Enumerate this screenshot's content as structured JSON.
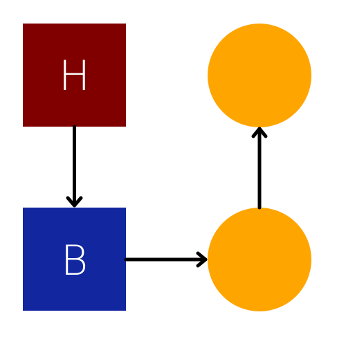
{
  "nodes": {
    "h_box": {
      "label": "H",
      "fill": "#800000"
    },
    "b_box": {
      "label": "B",
      "fill": "#1226a0"
    },
    "circle_top": {
      "label": "",
      "fill": "#ffa500"
    },
    "circle_bottom": {
      "label": "",
      "fill": "#ffa500"
    }
  },
  "colors": {
    "label_text": "#ffffff",
    "edge": "#000000",
    "background": "#ffffff"
  },
  "edges": [
    {
      "from": "H",
      "to": "B"
    },
    {
      "from": "B",
      "to": "circle_bottom"
    },
    {
      "from": "circle_bottom",
      "to": "circle_top"
    }
  ]
}
